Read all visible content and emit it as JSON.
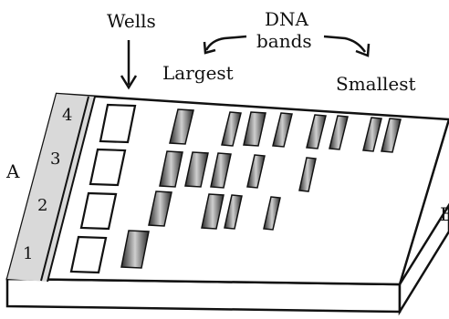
{
  "labels": {
    "wells": "Wells",
    "dna": "DNA",
    "bands": "bands",
    "largest": "Largest",
    "smallest": "Smallest",
    "side_a": "A",
    "side_b": "B"
  },
  "lanes": [
    "1",
    "2",
    "3",
    "4"
  ],
  "colors": {
    "ink": "#111111",
    "gel": "#ffffff",
    "band_dark": "#2b2b2b",
    "band_light": "#cfcfcf",
    "strip": "#d9d9d9"
  }
}
